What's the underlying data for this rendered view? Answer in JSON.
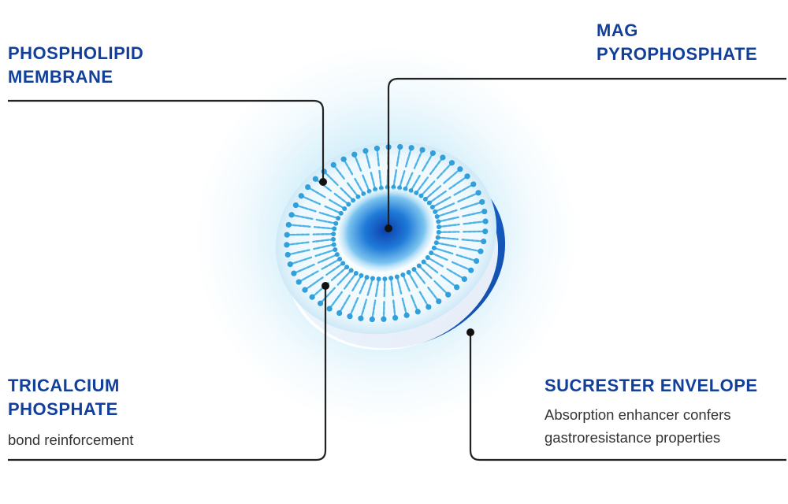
{
  "labels": {
    "phospholipid_membrane": {
      "line1": "PHOSPHOLIPID",
      "line2": "MEMBRANE"
    },
    "mag_pyrophosphate": {
      "line1": "MAG",
      "line2": "PYROPHOSPHATE"
    },
    "tricalcium_phosphate": {
      "line1": "TRICALCIUM",
      "line2": "PHOSPHATE",
      "desc": "bond reinforcement"
    },
    "sucrester_envelope": {
      "title": "SUCRESTER ENVELOPE",
      "desc_line1": "Absorption enhancer confers",
      "desc_line2": "gastroresistance properties"
    }
  },
  "colors": {
    "label": "#123f99",
    "leader_line": "#222222",
    "core": "#0a4fc4",
    "envelope": "#1565c0",
    "glow": "#8fd3f2"
  }
}
